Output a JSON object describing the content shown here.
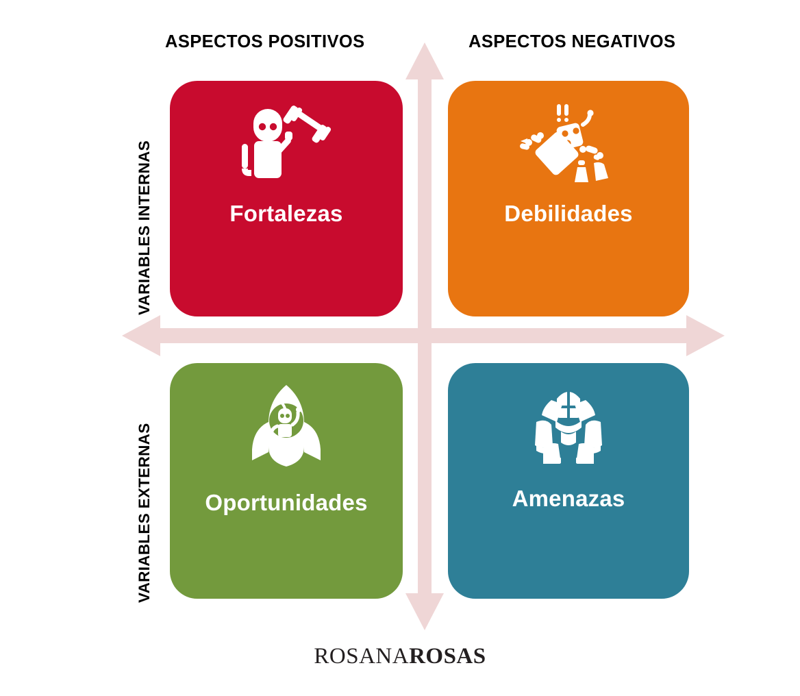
{
  "diagram": {
    "type": "swot-matrix",
    "language": "es",
    "columns": [
      {
        "id": "positivos",
        "label": "ASPECTOS POSITIVOS"
      },
      {
        "id": "negativos",
        "label": "ASPECTOS NEGATIVOS"
      }
    ],
    "rows": [
      {
        "id": "internas",
        "label": "VARIABLES INTERNAS"
      },
      {
        "id": "externas",
        "label": "VARIABLES EXTERNAS"
      }
    ],
    "quadrants": [
      {
        "id": "fortalezas",
        "label": "Fortalezas",
        "row": "internas",
        "column": "positivos",
        "color": "#C80B2E",
        "icon": "robot-lifting-barbell-icon"
      },
      {
        "id": "debilidades",
        "label": "Debilidades",
        "row": "internas",
        "column": "negativos",
        "color": "#E87511",
        "icon": "broken-robot-icon"
      },
      {
        "id": "oportunidades",
        "label": "Oportunidades",
        "row": "externas",
        "column": "positivos",
        "color": "#739A3D",
        "icon": "rocket-with-robot-icon"
      },
      {
        "id": "amenazas",
        "label": "Amenazas",
        "row": "externas",
        "column": "negativos",
        "color": "#2E7F97",
        "icon": "mech-robot-icon"
      }
    ],
    "axes": {
      "color": "#EFD6D6",
      "vertical": {
        "name": "vertical-axis-arrow",
        "heads": "both"
      },
      "horizontal": {
        "name": "horizontal-axis-arrow",
        "heads": "both"
      }
    }
  },
  "footer": {
    "wordmark_light": "ROSANA",
    "wordmark_bold": "ROSAS",
    "color": "#231F20"
  }
}
